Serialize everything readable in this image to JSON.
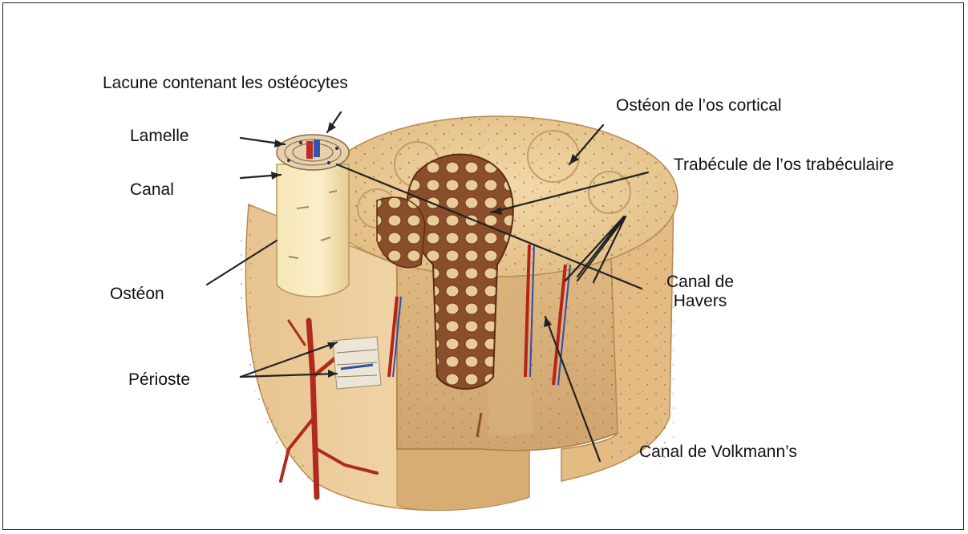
{
  "labels": {
    "lacune": "Lacune contenant les ostéocytes",
    "lamelle": "Lamelle",
    "canal": "Canal",
    "osteon": "Ostéon",
    "perioste": "Périoste",
    "osteon_cortical": "Ostéon de l’os cortical",
    "trabecule": "Trabécule de l’os trabéculaire",
    "havers_line1": "Canal de",
    "havers_line2": "Havers",
    "volkmann": "Canal de Volkmann’s"
  }
}
